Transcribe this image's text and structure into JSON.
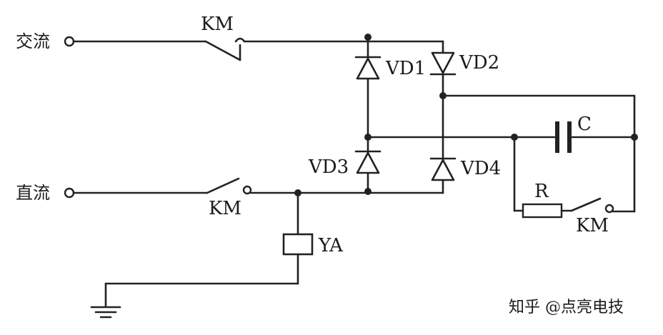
{
  "terminals": {
    "ac": "交流",
    "dc": "直流"
  },
  "components": {
    "km_ac": "KM",
    "km_dc": "KM",
    "km_r": "KM",
    "vd1": "VD1",
    "vd2": "VD2",
    "vd3": "VD3",
    "vd4": "VD4",
    "capacitor": "C",
    "resistor": "R",
    "coil": "YA"
  },
  "watermark": "知乎 @点亮电技"
}
